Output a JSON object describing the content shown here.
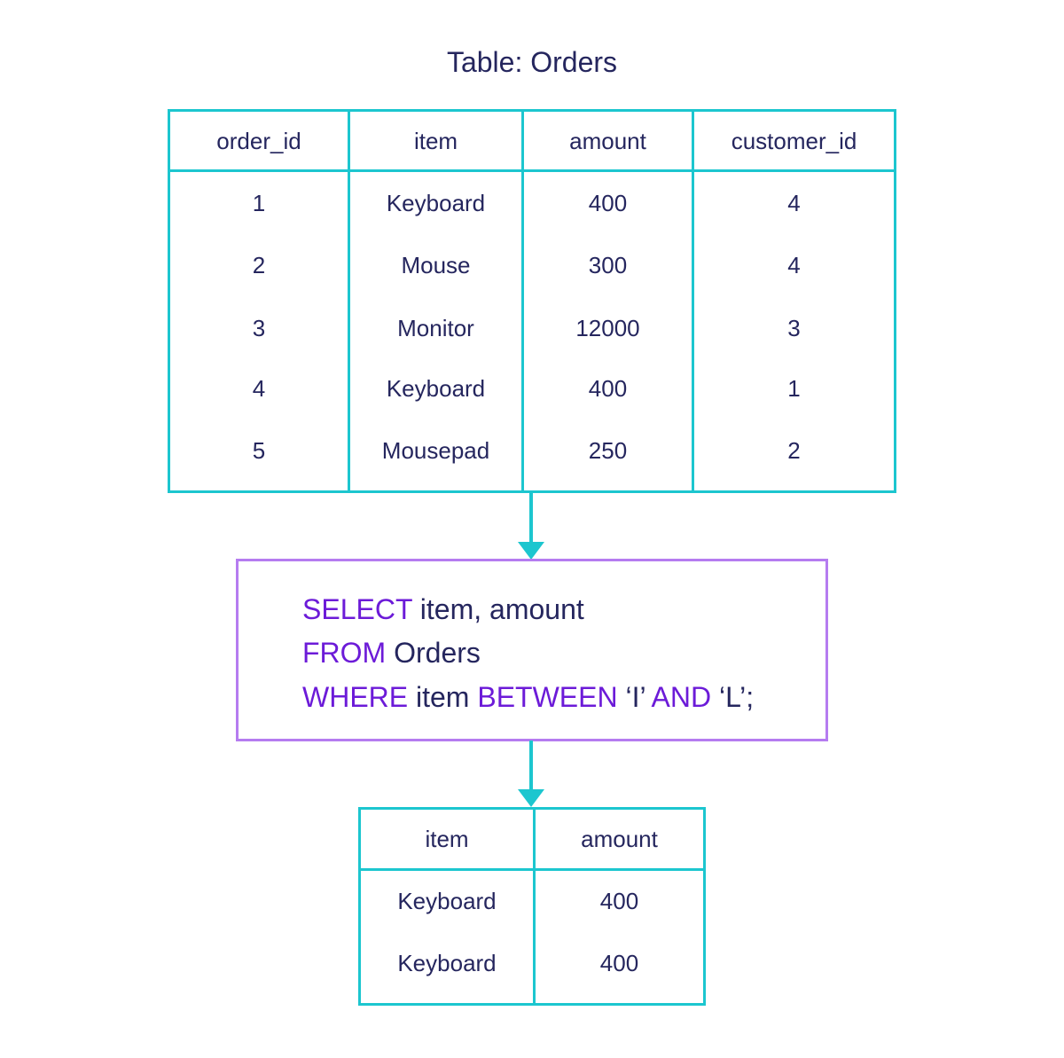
{
  "title": "Table: Orders",
  "orders": {
    "headers": [
      "order_id",
      "item",
      "amount",
      "customer_id"
    ],
    "rows": [
      [
        "1",
        "Keyboard",
        "400",
        "4"
      ],
      [
        "2",
        "Mouse",
        "300",
        "4"
      ],
      [
        "3",
        "Monitor",
        "12000",
        "3"
      ],
      [
        "4",
        "Keyboard",
        "400",
        "1"
      ],
      [
        "5",
        "Mousepad",
        "250",
        "2"
      ]
    ]
  },
  "query": {
    "line1": {
      "kw1": "SELECT",
      "text1": " item, amount"
    },
    "line2": {
      "kw1": "FROM",
      "text1": " Orders"
    },
    "line3": {
      "kw1": "WHERE",
      "text1": " item ",
      "kw2": "BETWEEN",
      "text2": " ‘I’ ",
      "kw3": "AND",
      "text3": " ‘L’;"
    }
  },
  "result": {
    "headers": [
      "item",
      "amount"
    ],
    "rows": [
      [
        "Keyboard",
        "400"
      ],
      [
        "Keyboard",
        "400"
      ]
    ]
  },
  "colors": {
    "table_border": "#1cc6cf",
    "query_border": "#b57cf0",
    "keyword": "#6c1bd8",
    "text": "#25265e"
  }
}
